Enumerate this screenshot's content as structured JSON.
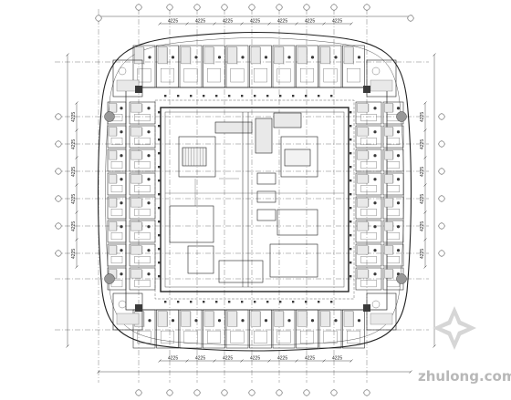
{
  "drawing": {
    "top_dimensions": [
      "4225",
      "4225",
      "4225",
      "4225",
      "4225",
      "4225",
      "4225"
    ],
    "bottom_dimensions": [
      "4225",
      "4225",
      "4225",
      "4225",
      "4225",
      "4225",
      "4225"
    ],
    "left_dimensions": [
      "4225",
      "4225",
      "4225",
      "4225",
      "4225",
      "4225"
    ],
    "right_dimensions": [
      "4225",
      "4225",
      "4225",
      "4225",
      "4225",
      "4225"
    ],
    "colors": {
      "line": "#222222",
      "fine": "#555555",
      "grid": "#444444",
      "fill": "#e9e9e9",
      "dark": "#3a3a3a"
    }
  },
  "watermark": {
    "text": "zhulong.com",
    "icon": "zhulong-logo-icon"
  }
}
